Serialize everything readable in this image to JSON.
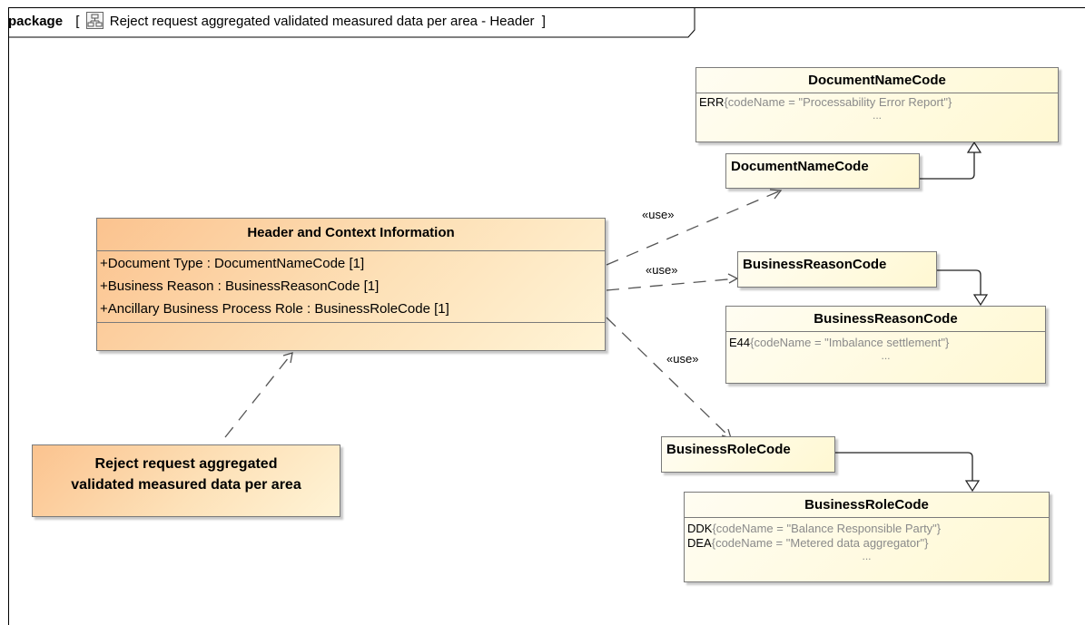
{
  "package": {
    "keyword": "package",
    "open_bracket": "[",
    "name": "Reject request aggregated validated measured data per area - Header",
    "close_bracket": "]",
    "icon": "diagram-icon"
  },
  "header_class": {
    "title": "Header and Context Information",
    "attributes": [
      "+Document Type : DocumentNameCode [1]",
      "+Business Reason : BusinessReasonCode [1]",
      "+Ancillary Business Process Role : BusinessRoleCode [1]"
    ]
  },
  "document_class": {
    "line1": "Reject request aggregated",
    "line2": "validated measured data per area"
  },
  "document_name_enum": {
    "title": "DocumentNameCode",
    "literals": [
      {
        "code": "ERR",
        "tag": "{codeName = \"Processability Error Report\"}"
      }
    ],
    "ellipsis": "..."
  },
  "document_name_ref": {
    "title": "DocumentNameCode"
  },
  "business_reason_ref": {
    "title": "BusinessReasonCode"
  },
  "business_reason_enum": {
    "title": "BusinessReasonCode",
    "literals": [
      {
        "code": "E44",
        "tag": "{codeName = \"Imbalance settlement\"}"
      }
    ],
    "ellipsis": "..."
  },
  "business_role_ref": {
    "title": "BusinessRoleCode"
  },
  "business_role_enum": {
    "title": "BusinessRoleCode",
    "literals": [
      {
        "code": "DDK",
        "tag": "{codeName = \"Balance Responsible Party\"}"
      },
      {
        "code": "DEA",
        "tag": "{codeName = \"Metered data aggregator\"}"
      }
    ],
    "ellipsis": "..."
  },
  "use_labels": [
    "«use»",
    "«use»",
    "«use»"
  ],
  "colors": {
    "class_fill": "#fff8d2",
    "header_fill": "#fbc38f",
    "border": "#7a7a7a",
    "tag_text": "#8a8a8a"
  }
}
